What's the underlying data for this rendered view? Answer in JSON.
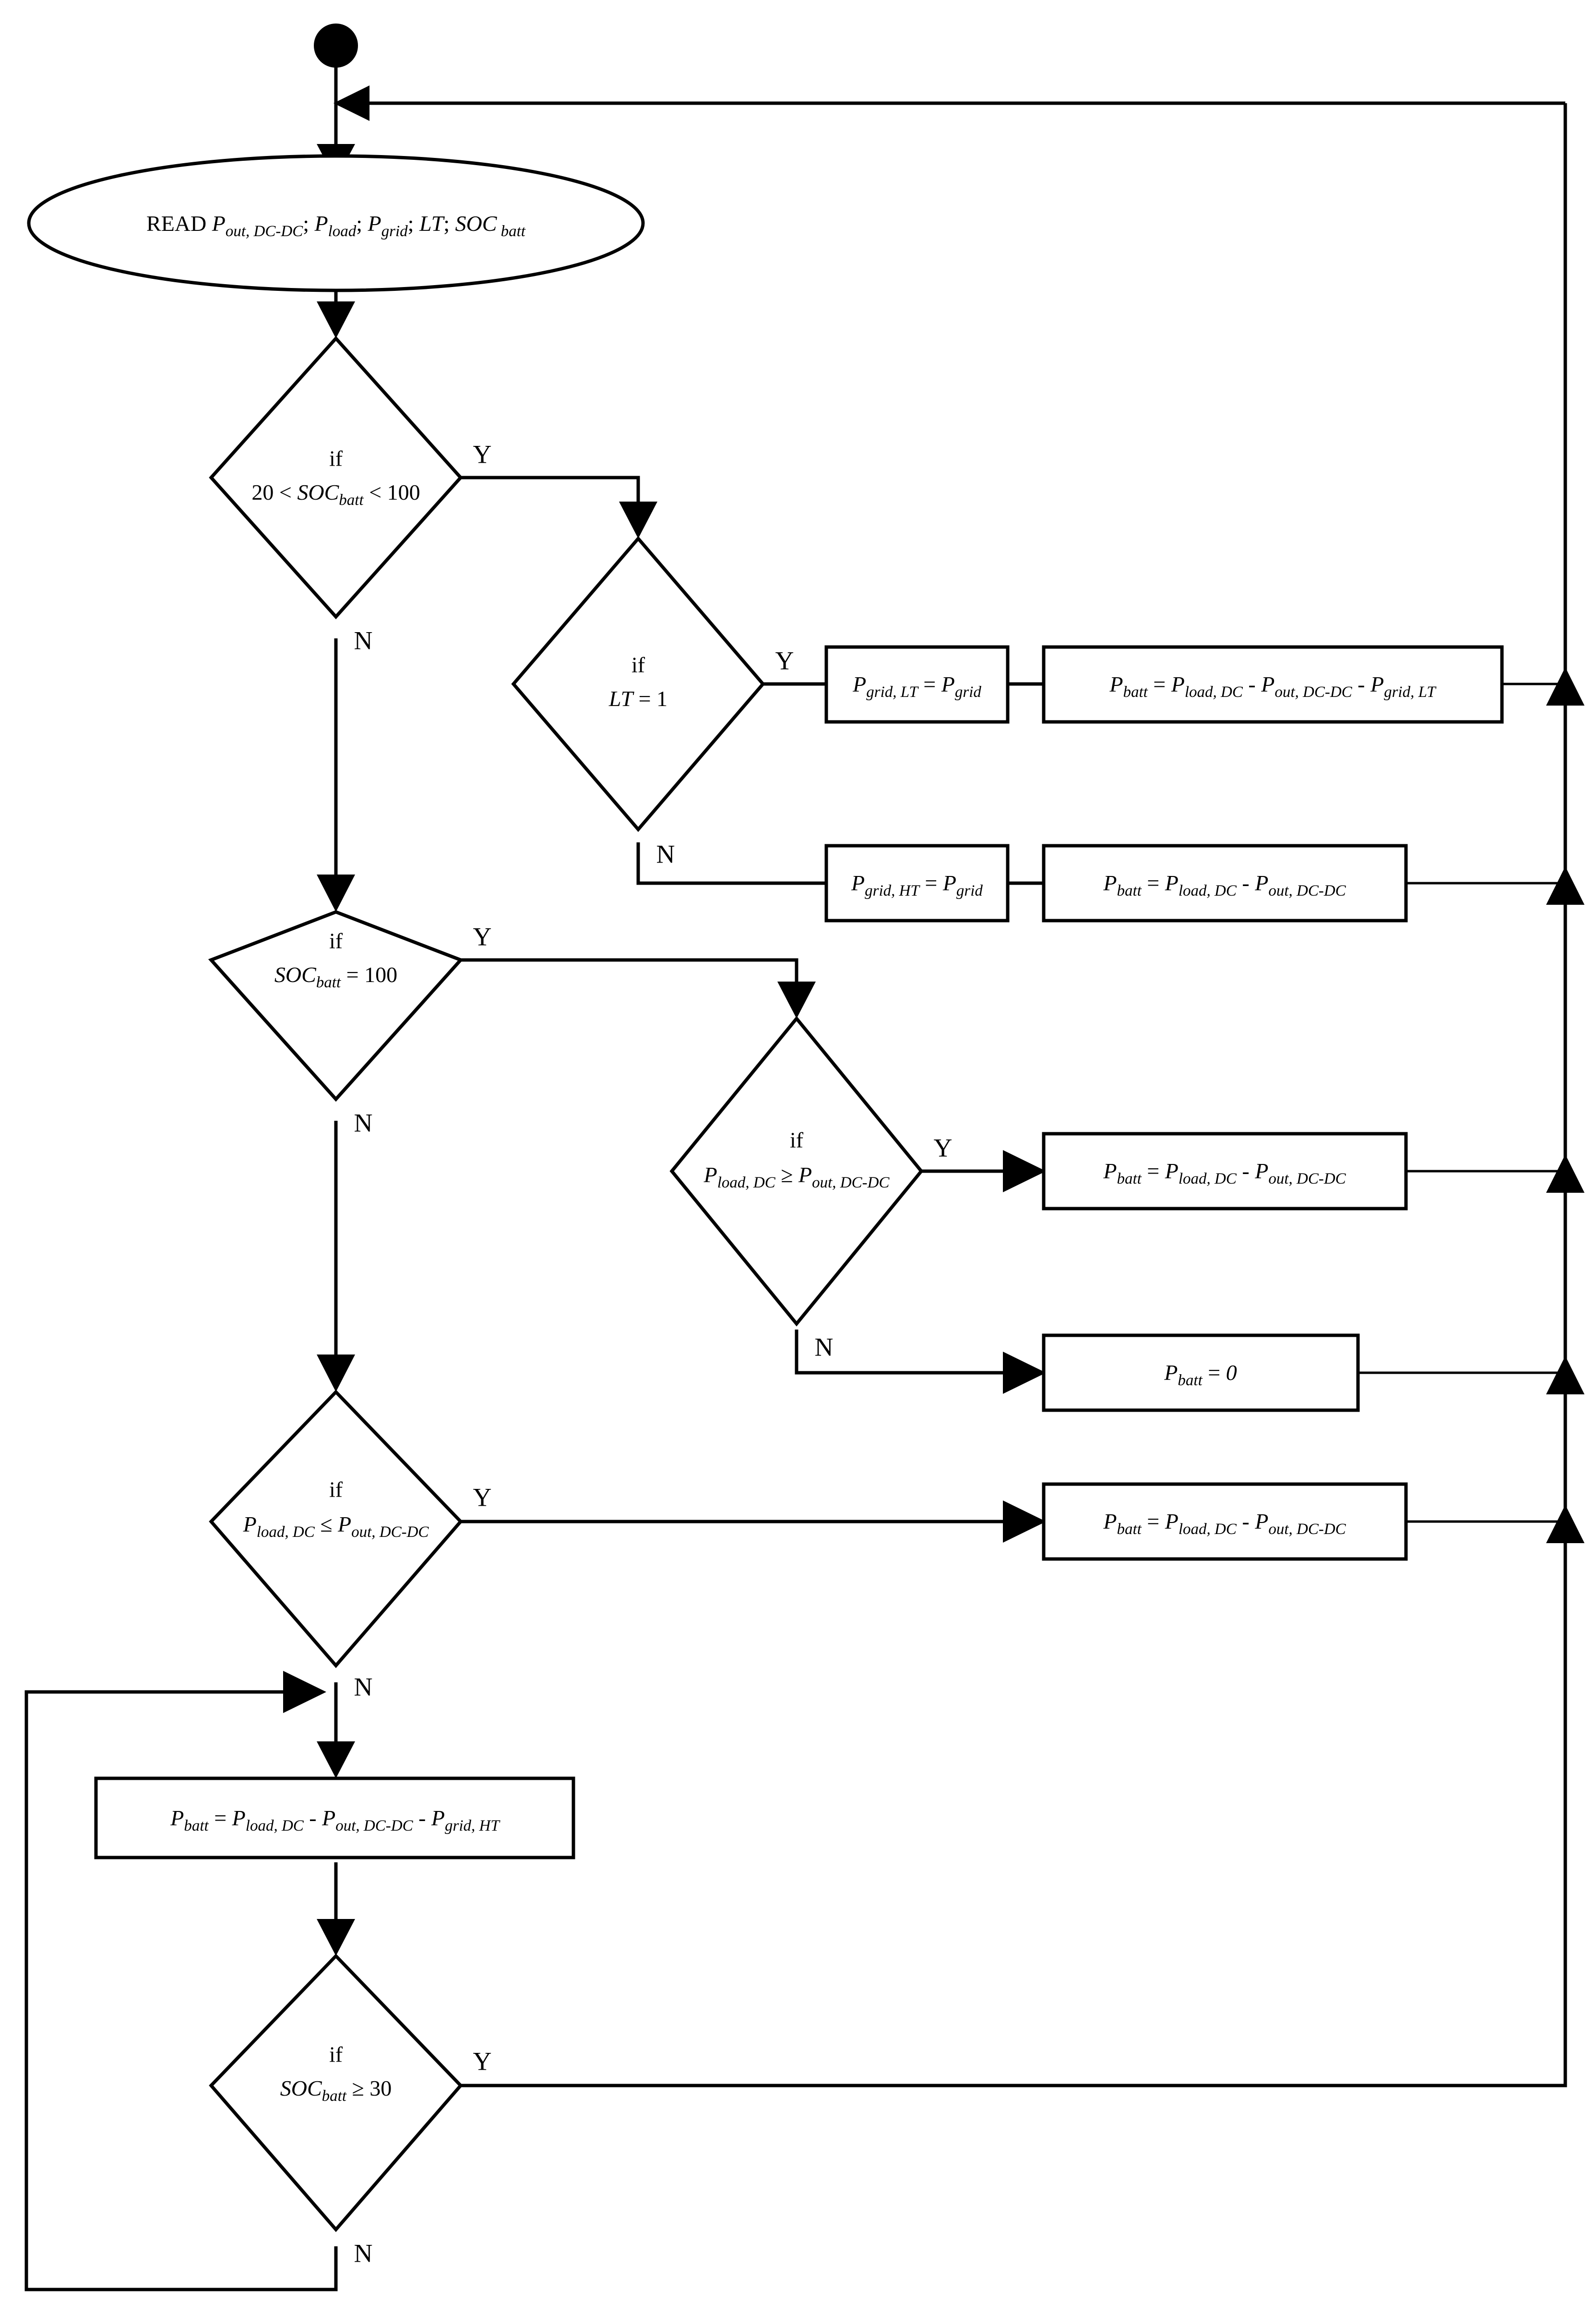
{
  "diagram": {
    "title": "Battery power management control flowchart",
    "type": "flowchart",
    "stroke_color": "#000000",
    "fill_color": "#ffffff",
    "background": "#ffffff"
  },
  "nodes": {
    "start": {
      "shape": "filled-circle",
      "label": ""
    },
    "read": {
      "shape": "ellipse",
      "prefix": "READ ",
      "text": "READ P out, DC-DC ; P load ; P grid ; LT; SOC batt",
      "parts": [
        {
          "t": "READ ",
          "style": "plain"
        },
        {
          "t": "P",
          "style": "var"
        },
        {
          "t": "out, DC-DC",
          "style": "sub"
        },
        {
          "t": "; ",
          "style": "plain"
        },
        {
          "t": "P",
          "style": "var"
        },
        {
          "t": "load",
          "style": "sub"
        },
        {
          "t": "; ",
          "style": "plain"
        },
        {
          "t": "P",
          "style": "var"
        },
        {
          "t": "grid",
          "style": "sub"
        },
        {
          "t": "; ",
          "style": "plain"
        },
        {
          "t": "LT",
          "style": "var"
        },
        {
          "t": "; ",
          "style": "plain"
        },
        {
          "t": "SOC",
          "style": "var"
        },
        {
          "t": " batt",
          "style": "sub"
        }
      ]
    },
    "d1": {
      "shape": "diamond",
      "keyword": "if",
      "condition": "20 < SOC batt < 100",
      "condition_plain": "20 < SOC_batt < 100",
      "yes_label": "Y",
      "no_label": "N"
    },
    "d2": {
      "shape": "diamond",
      "keyword": "if",
      "condition": "LT = 1",
      "condition_plain": "LT = 1",
      "yes_label": "Y",
      "no_label": "N"
    },
    "b_grid_lt": {
      "shape": "process",
      "text": "P grid, LT = P grid",
      "text_plain": "P_grid,LT = P_grid"
    },
    "b_batt_lt": {
      "shape": "process",
      "text": "P batt = P load, DC - P out, DC-DC - P grid, LT",
      "text_plain": "P_batt = P_load,DC - P_out,DC-DC - P_grid,LT"
    },
    "b_grid_ht": {
      "shape": "process",
      "text": "P grid, HT = P grid",
      "text_plain": "P_grid,HT = P_grid"
    },
    "b_batt_ht": {
      "shape": "process",
      "text": "P batt = P load, DC - P out, DC-DC",
      "text_plain": "P_batt = P_load,DC - P_out,DC-DC"
    },
    "d3": {
      "shape": "diamond",
      "keyword": "if",
      "condition": "SOC batt = 100",
      "condition_plain": "SOC_batt = 100",
      "yes_label": "Y",
      "no_label": "N"
    },
    "d4": {
      "shape": "diamond",
      "keyword": "if",
      "condition": "P load, DC ≥ P out, DC-DC",
      "condition_plain": "P_load,DC >= P_out,DC-DC",
      "yes_label": "Y",
      "no_label": "N"
    },
    "b_batt_ge": {
      "shape": "process",
      "text": "P batt = P load, DC - P out, DC-DC",
      "text_plain": "P_batt = P_load,DC - P_out,DC-DC"
    },
    "b_batt_zero": {
      "shape": "process",
      "text": "P batt = 0",
      "text_plain": "P_batt = 0"
    },
    "d5": {
      "shape": "diamond",
      "keyword": "if",
      "condition": "P load, DC ≤ P out, DC-DC",
      "condition_plain": "P_load,DC <= P_out,DC-DC",
      "yes_label": "Y",
      "no_label": "N"
    },
    "b_batt_le": {
      "shape": "process",
      "text": "P batt = P load, DC - P out, DC-DC",
      "text_plain": "P_batt = P_load,DC - P_out,DC-DC"
    },
    "b_batt_ht2": {
      "shape": "process",
      "text": "P batt = P load, DC - P out, DC-DC - P grid, HT",
      "text_plain": "P_batt = P_load,DC - P_out,DC-DC - P_grid,HT"
    },
    "d6": {
      "shape": "diamond",
      "keyword": "if",
      "condition": "SOC batt ≥ 30",
      "condition_plain": "SOC_batt >= 30",
      "yes_label": "Y",
      "no_label": "N"
    }
  },
  "labels": {
    "yes": "Y",
    "no": "N",
    "if": "if"
  },
  "variables": [
    "P_out,DC-DC",
    "P_load,DC",
    "P_grid",
    "P_grid,LT",
    "P_grid,HT",
    "P_batt",
    "LT",
    "SOC_batt"
  ],
  "thresholds": {
    "soc_lower": "20",
    "soc_upper": "100",
    "soc_full": "100",
    "soc_min_discharge": "30",
    "lt_true": "1",
    "batt_zero": "0"
  }
}
